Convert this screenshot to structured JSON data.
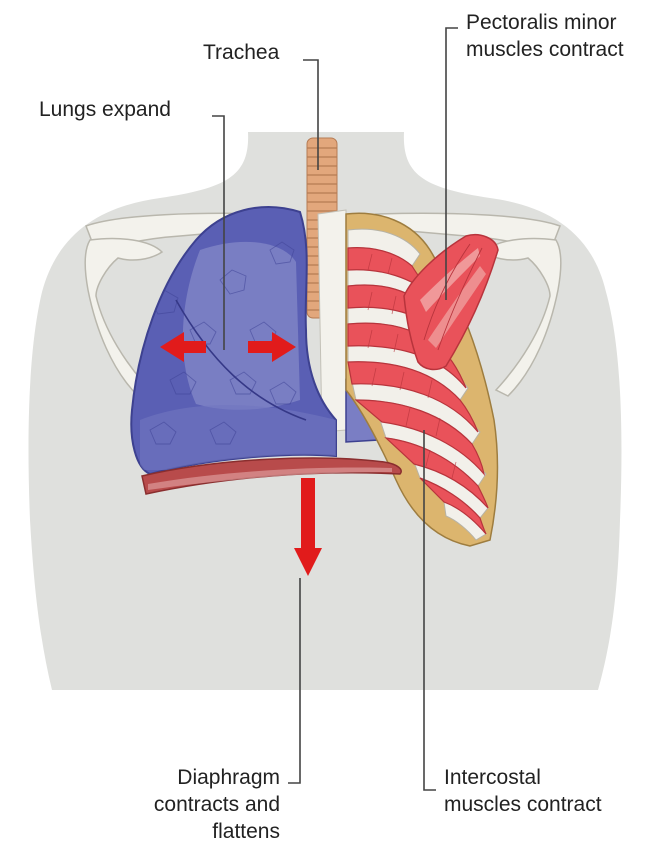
{
  "labels": {
    "trachea": "Trachea",
    "lungs": "Lungs expand",
    "pectoralis": "Pectoralis minor\nmuscles contract",
    "diaphragm": "Diaphragm\ncontracts and\nflattens",
    "intercostal": "Intercostal\nmuscles contract"
  },
  "colors": {
    "torso": "#dfe0dd",
    "lung": "#5a5fb4",
    "muscle": "#e9525a",
    "bone": "#f3f2ec",
    "cartilage": "#dcb56e",
    "diaphragm": "#b84b4b",
    "arrow": "#e11b1b",
    "trachea": "#e2a77c"
  }
}
